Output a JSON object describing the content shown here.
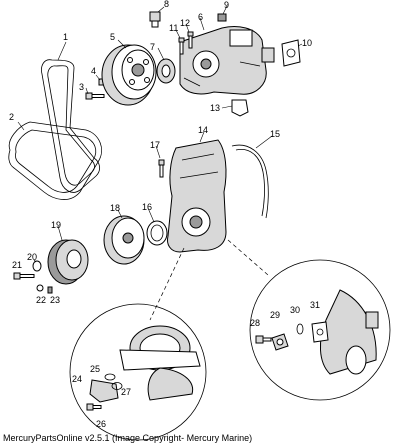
{
  "diagram": {
    "callouts": [
      "1",
      "2",
      "3",
      "4",
      "5",
      "6",
      "7",
      "8",
      "9",
      "10",
      "11",
      "12",
      "13",
      "14",
      "15",
      "16",
      "17",
      "18",
      "19",
      "20",
      "21",
      "22",
      "23",
      "24",
      "25",
      "26",
      "27",
      "28",
      "29",
      "30",
      "31"
    ]
  },
  "footer": {
    "caption": "MercuryPartsOnline v2.5.1 (Image Copyright- Mercury Marine)"
  }
}
